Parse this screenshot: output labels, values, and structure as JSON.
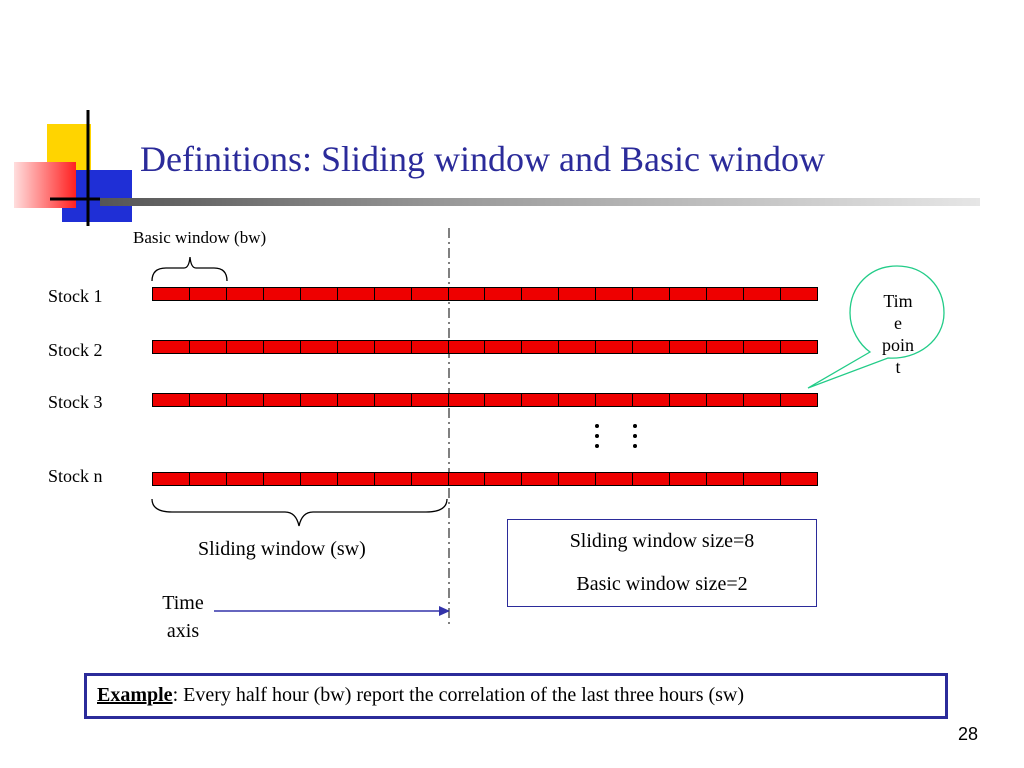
{
  "slide": {
    "title": "Definitions: Sliding window and Basic window",
    "page_number": "28"
  },
  "diagram": {
    "basic_window_label": "Basic window (bw)",
    "stocks": [
      "Stock 1",
      "Stock 2",
      "Stock 3",
      "Stock n"
    ],
    "sliding_window_label": "Sliding window (sw)",
    "time_axis_label": [
      "Time",
      "axis"
    ],
    "time_point_callout": [
      "Tim",
      "e",
      "poin",
      "t"
    ],
    "cells_per_bar": 18,
    "info": {
      "sliding_window_size": "Sliding window size=8",
      "basic_window_size": "Basic window size=2"
    },
    "colors": {
      "bar_fill": "#ee0000",
      "title": "#2b2b9a",
      "callout_stroke": "#22cc88",
      "arrow": "#3333aa"
    }
  },
  "example": {
    "label": "Example",
    "text": ": Every half hour (bw) report the correlation of the last three hours (sw)"
  }
}
